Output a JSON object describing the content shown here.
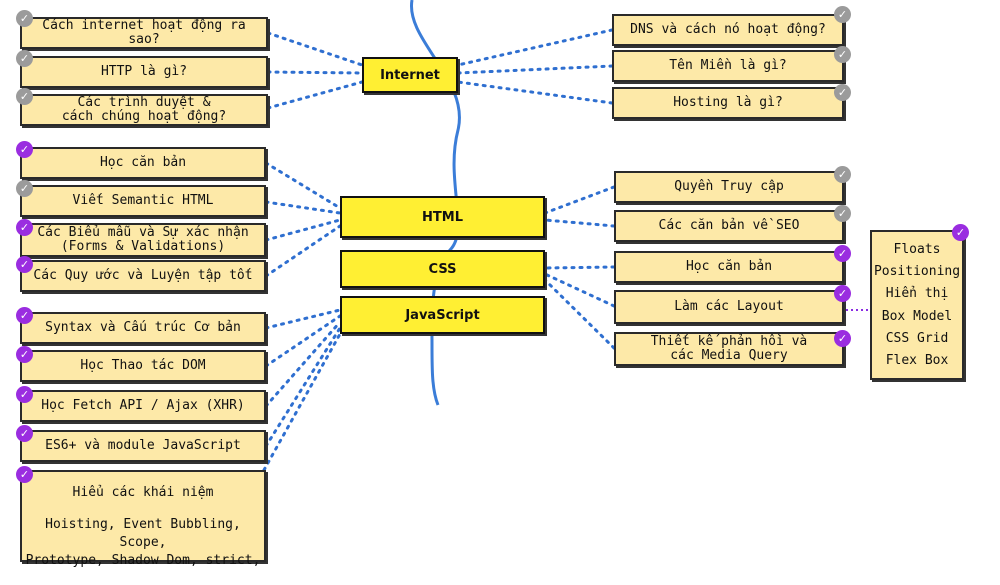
{
  "main_nodes": {
    "internet": "Internet",
    "html": "HTML",
    "css": "CSS",
    "javascript": "JavaScript"
  },
  "internet_left": [
    {
      "label": "Cách internet hoạt động ra sao?",
      "status": "todo"
    },
    {
      "label": "HTTP là gì?",
      "status": "todo"
    },
    {
      "label": "Các trình duyệt & cách chúng hoạt động?",
      "status": "todo",
      "lines": [
        "Các trình duyệt &",
        "cách chúng hoạt động?"
      ]
    }
  ],
  "internet_right": [
    {
      "label": "DNS và cách nó hoạt động?",
      "status": "todo"
    },
    {
      "label": "Tên Miền là gì?",
      "status": "todo"
    },
    {
      "label": "Hosting là gì?",
      "status": "todo"
    }
  ],
  "html_left": [
    {
      "label": "Học căn bản",
      "status": "done"
    },
    {
      "label": "Viết Semantic HTML",
      "status": "todo"
    },
    {
      "label": "Các Biểu mẫu và Sự xác nhận (Forms & Validations)",
      "status": "done",
      "lines": [
        "Các Biểu mẫu và Sự xác nhận",
        "(Forms & Validations)"
      ]
    },
    {
      "label": "Các Quy ước và Luyện tập tốt",
      "status": "done"
    }
  ],
  "html_right": [
    {
      "label": "Quyền Truy cập",
      "status": "todo"
    },
    {
      "label": "Các căn bản về SEO",
      "status": "todo"
    }
  ],
  "css_right": [
    {
      "label": "Học căn bản",
      "status": "done"
    },
    {
      "label": "Làm các Layout",
      "status": "done"
    },
    {
      "label": "Thiết kế phản hồi và các Media Query",
      "status": "done",
      "lines": [
        "Thiết kế phản hồi và",
        "các Media Query"
      ]
    }
  ],
  "layout_topics": {
    "status": "done",
    "items": [
      "Floats",
      "Positioning",
      "Hiển thị",
      "Box Model",
      "CSS Grid",
      "Flex Box"
    ]
  },
  "js_left": [
    {
      "label": "Syntax và Cấu trúc Cơ bản",
      "status": "done"
    },
    {
      "label": "Học Thao tác DOM",
      "status": "done"
    },
    {
      "label": "Học Fetch API / Ajax (XHR)",
      "status": "done"
    },
    {
      "label": "ES6+ và module JavaScript",
      "status": "done"
    }
  ],
  "concepts": {
    "status": "done",
    "title": "Hiểu các khái niệm",
    "line1": "Hoisting, Event Bubbling, Scope,",
    "line2": "Prototype, Shadow Dom, strict,"
  },
  "colors": {
    "main_fill": "#ffef33",
    "box_fill": "#fde9a8",
    "done_check": "#9a2de0",
    "todo_check": "#9b9b9b",
    "spine": "#3b7dd8",
    "dots": "#2f6fd0",
    "layout_link": "#8a2be2"
  }
}
